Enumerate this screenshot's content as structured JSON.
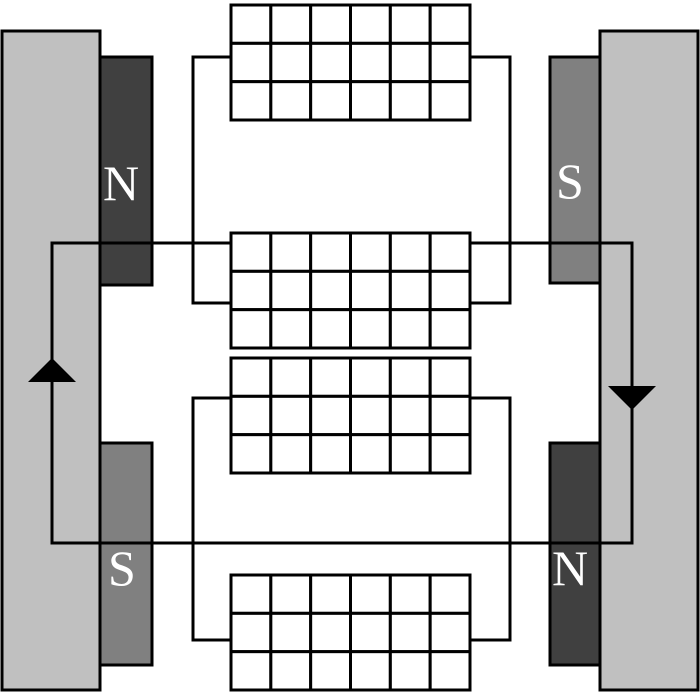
{
  "labels": {
    "left_top": "N",
    "left_bottom": "S",
    "right_top": "S",
    "right_bottom": "N"
  },
  "colors": {
    "core": "#c0c0c0",
    "magnet_dark": "#404040",
    "magnet_medium": "#808080",
    "line": "#000000"
  },
  "coil_grid": {
    "rows": 3,
    "cols": 6
  }
}
